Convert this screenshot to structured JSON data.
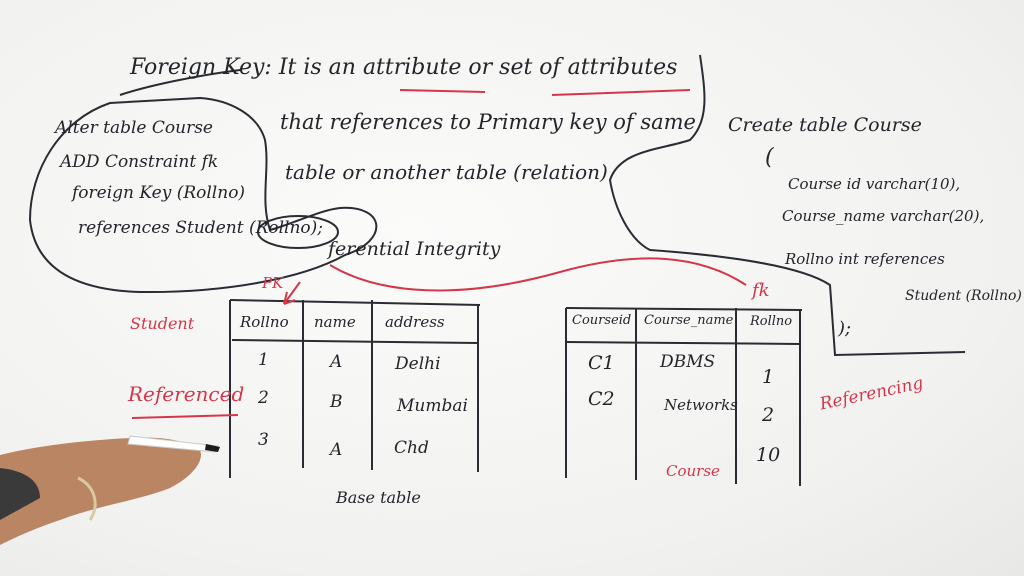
{
  "definition": {
    "line1": "Foreign Key: It is an attribute or set of attributes",
    "line2": "that references to Primary key of same",
    "line3": "table or another table (relation)"
  },
  "referential_integrity": "ferential Integrity",
  "alter_statement": {
    "line1": "Alter table Course",
    "line2": "ADD Constraint fk",
    "line3": "foreign Key (Rollno)",
    "line4": "references Student (Rollno);"
  },
  "create_statement": {
    "line1": "Create table Course",
    "line2": "(",
    "line3": "Course id varchar(10),",
    "line4": "Course_name varchar(20),",
    "line5": "Rollno int references",
    "line6": "Student (Rollno)",
    "line7": ");"
  },
  "labels": {
    "pk": "PK",
    "fk": "fk",
    "student": "Student",
    "referenced": "Referenced",
    "referencing": "Referencing",
    "base_table": "Base table",
    "course": "Course"
  },
  "student_table": {
    "headers": [
      "Rollno",
      "name",
      "address"
    ],
    "rows": [
      [
        "1",
        "A",
        "Delhi"
      ],
      [
        "2",
        "B",
        "Mumbai"
      ],
      [
        "3",
        "A",
        "Chd"
      ]
    ]
  },
  "course_table": {
    "headers": [
      "Courseid",
      "Course_name",
      "Rollno"
    ],
    "rows": [
      [
        "C1",
        "DBMS",
        "1"
      ],
      [
        "C2",
        "Networks",
        "2"
      ],
      [
        "",
        "",
        "10"
      ]
    ]
  },
  "colors": {
    "ink": "#23252b",
    "red": "#d4374a",
    "board": "#f4f4f2"
  }
}
